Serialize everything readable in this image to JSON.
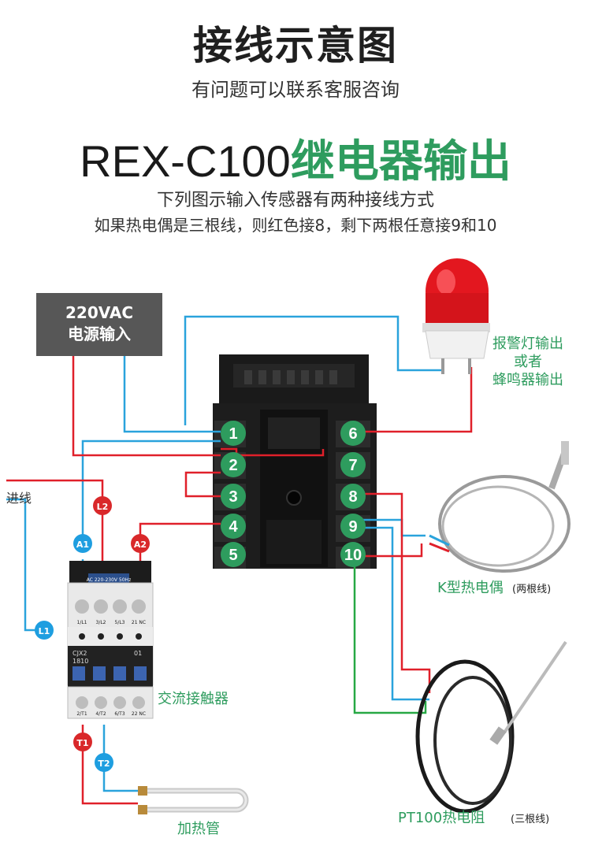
{
  "header": {
    "title": "接线示意图",
    "subtitle": "有问题可以联系客服咨询"
  },
  "heading": {
    "model": "REX-C100",
    "mode": "继电器输出"
  },
  "description": {
    "line1": "下列图示输入传感器有两种接线方式",
    "line2": "如果热电偶是三根线，则红色接8，剩下两根任意接9和10"
  },
  "power": {
    "line1": "220VAC",
    "line2": "电源输入"
  },
  "alarm": {
    "line1": "报警灯输出",
    "line2": "或者",
    "line3": "蜂鸣器输出"
  },
  "terminals": {
    "t1": "1",
    "t2": "2",
    "t3": "3",
    "t4": "4",
    "t5": "5",
    "t6": "6",
    "t7": "7",
    "t8": "8",
    "t9": "9",
    "t10": "10"
  },
  "contactor": {
    "label": "交流接触器",
    "model_line1": "CJX2",
    "model_line2": "1810",
    "number": "01",
    "top_terminals": [
      "A1",
      "1/L1",
      "3/L2",
      "5/L3",
      "21 NC",
      "A2"
    ],
    "bottom_terminals": [
      "2/T1",
      "4/T2",
      "6/T3",
      "22 NC"
    ],
    "coil_text": "AC 220-230V 50Hz"
  },
  "badges": {
    "a1": "A1",
    "a2": "A2",
    "l1": "L1",
    "l2": "L2",
    "t1": "T1",
    "t2": "T2"
  },
  "wire_labels": {
    "inlet": "进线"
  },
  "heater": {
    "label": "加热管"
  },
  "thermocouple": {
    "label": "K型热电偶",
    "note": "(两根线)"
  },
  "rtd": {
    "label": "PT100热电阻",
    "note": "(三根线)"
  },
  "colors": {
    "wire_blue": "#2aa3dc",
    "wire_red": "#e0202a",
    "wire_green": "#27a844",
    "terminal_green": "#2e9c5e",
    "badge_blue": "#1e9ee0",
    "badge_red": "#d9282a",
    "text_green": "#2e9c5e"
  }
}
